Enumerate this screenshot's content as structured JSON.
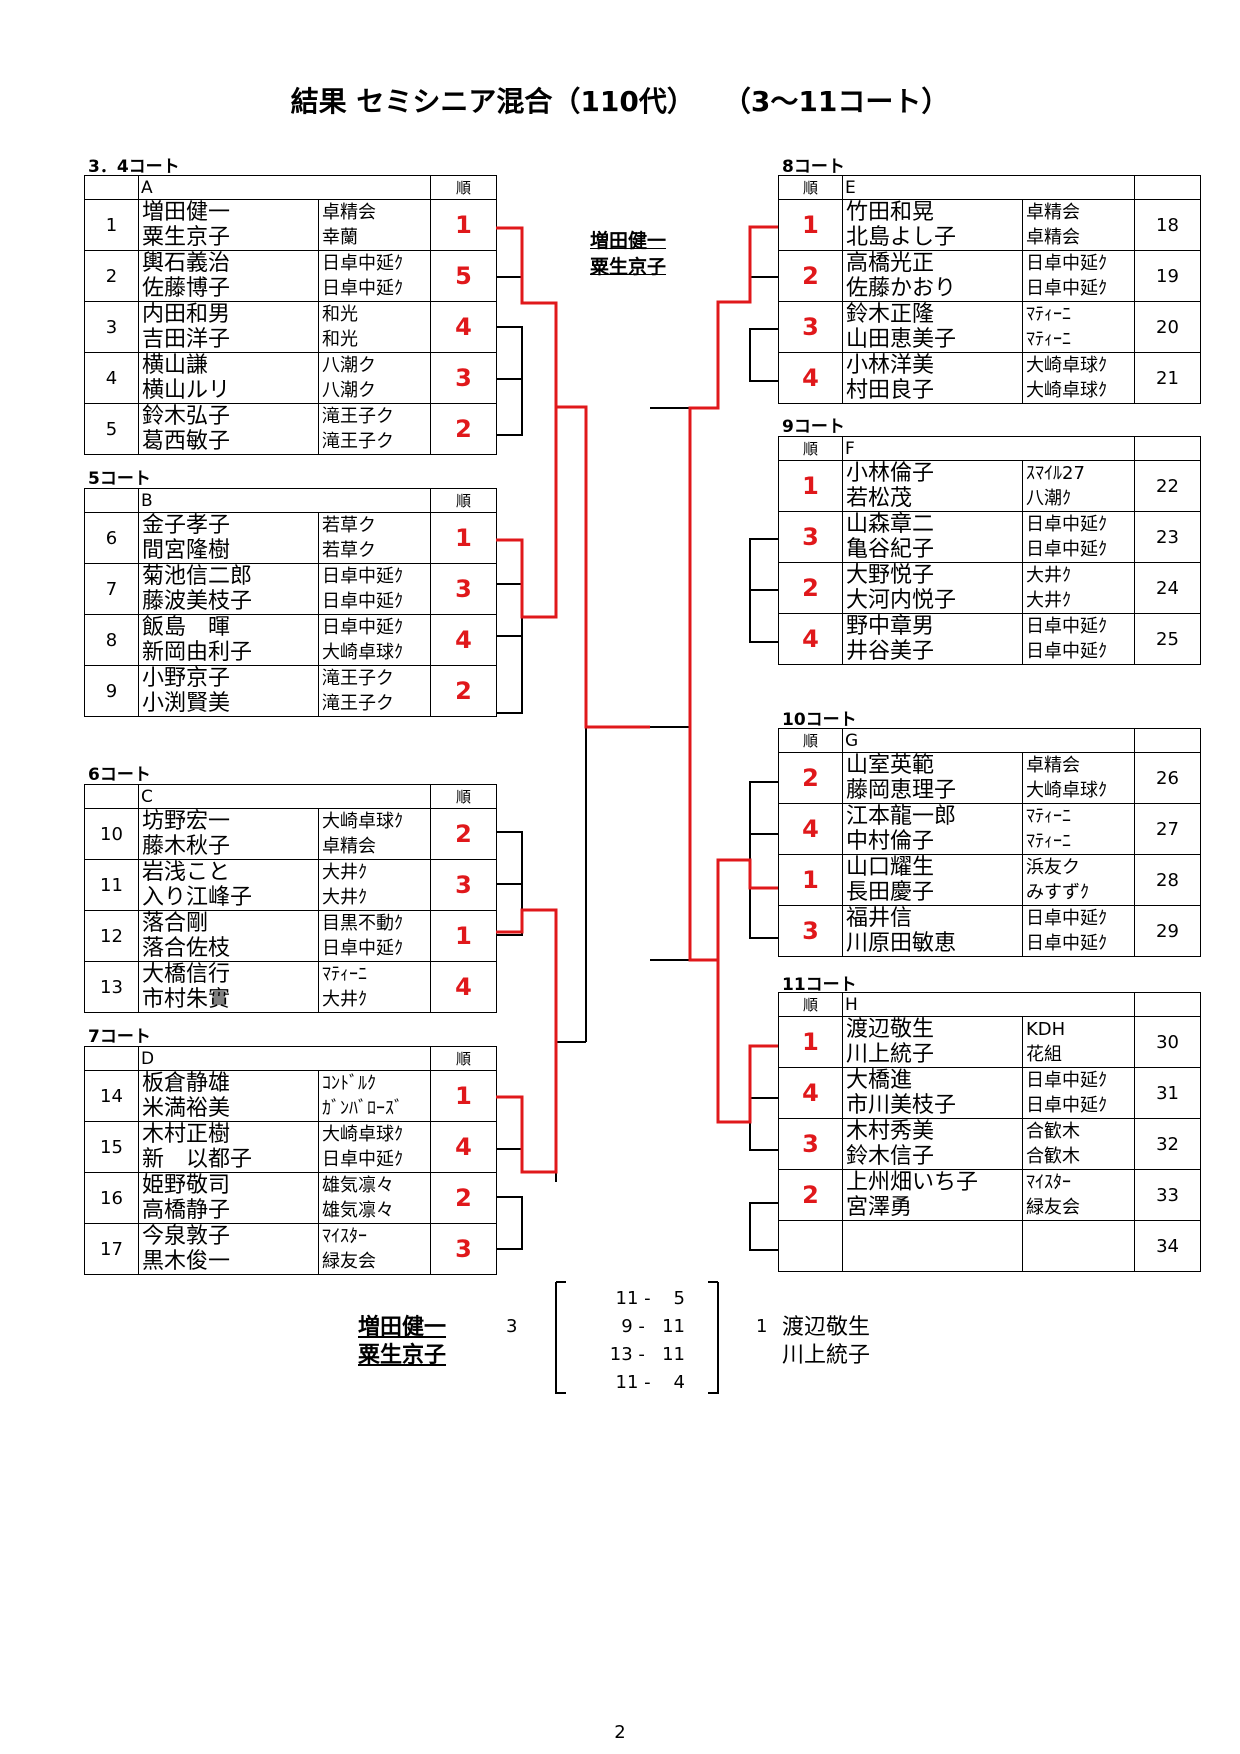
{
  "title": "結果 セミシニア混合（110代）　　（3～11コート）",
  "rank_header": "順",
  "left": {
    "blocks": [
      {
        "court": "3．4コート",
        "group": "A",
        "rows": [
          {
            "num": "1",
            "names": [
              "増田健一",
              "粟生京子"
            ],
            "clubs": [
              "卓精会",
              "幸蘭"
            ],
            "rank": "1"
          },
          {
            "num": "2",
            "names": [
              "輿石義治",
              "佐藤博子"
            ],
            "clubs": [
              "日卓中延ｸ",
              "日卓中延ｸ"
            ],
            "rank": "5"
          },
          {
            "num": "3",
            "names": [
              "内田和男",
              "吉田洋子"
            ],
            "clubs": [
              "和光",
              "和光"
            ],
            "rank": "4"
          },
          {
            "num": "4",
            "names": [
              "横山謙",
              "横山ルリ"
            ],
            "clubs": [
              "八潮ク",
              "八潮ク"
            ],
            "rank": "3"
          },
          {
            "num": "5",
            "names": [
              "鈴木弘子",
              "葛西敏子"
            ],
            "clubs": [
              "滝王子ク",
              "滝王子ク"
            ],
            "rank": "2"
          }
        ]
      },
      {
        "court": "5コート",
        "group": "B",
        "rows": [
          {
            "num": "6",
            "names": [
              "金子孝子",
              "間宮隆樹"
            ],
            "clubs": [
              "若草ク",
              "若草ク"
            ],
            "rank": "1"
          },
          {
            "num": "7",
            "names": [
              "菊池信二郎",
              "藤波美枝子"
            ],
            "clubs": [
              "日卓中延ｸ",
              "日卓中延ｸ"
            ],
            "rank": "3"
          },
          {
            "num": "8",
            "names": [
              "飯島　暉",
              "新岡由利子"
            ],
            "clubs": [
              "日卓中延ｸ",
              "大崎卓球ｸ"
            ],
            "rank": "4"
          },
          {
            "num": "9",
            "names": [
              "小野京子",
              "小渕賢美"
            ],
            "clubs": [
              "滝王子ク",
              "滝王子ク"
            ],
            "rank": "2"
          }
        ]
      },
      {
        "court": "6コート",
        "group": "C",
        "rows": [
          {
            "num": "10",
            "names": [
              "坊野宏一",
              "藤木秋子"
            ],
            "clubs": [
              "大崎卓球ｸ",
              "卓精会"
            ],
            "rank": "2"
          },
          {
            "num": "11",
            "names": [
              "岩浅こと",
              "入り江峰子"
            ],
            "clubs": [
              "大井ｸ",
              "大井ｸ"
            ],
            "rank": "3"
          },
          {
            "num": "12",
            "names": [
              "落合剛",
              "落合佐枝"
            ],
            "clubs": [
              "目黒不動ｸ",
              "日卓中延ｸ"
            ],
            "rank": "1"
          },
          {
            "num": "13",
            "names": [
              "大橋信行",
              "市村朱實"
            ],
            "clubs": [
              "ﾏﾃｨｰﾆ",
              "大井ｸ"
            ],
            "rank": "4"
          }
        ]
      },
      {
        "court": "7コート",
        "group": "D",
        "rows": [
          {
            "num": "14",
            "names": [
              "板倉静雄",
              "米満裕美"
            ],
            "clubs": [
              "ｺﾝﾄﾞﾙｸ",
              "ｶﾞﾝﾊﾞﾛｰｽﾞ"
            ],
            "rank": "1"
          },
          {
            "num": "15",
            "names": [
              "木村正樹",
              "新　以都子"
            ],
            "clubs": [
              "大崎卓球ｸ",
              "日卓中延ｸ"
            ],
            "rank": "4"
          },
          {
            "num": "16",
            "names": [
              "姫野敬司",
              "高橋静子"
            ],
            "clubs": [
              "雄気凛々",
              "雄気凛々"
            ],
            "rank": "2"
          },
          {
            "num": "17",
            "names": [
              "今泉敦子",
              "黒木俊一"
            ],
            "clubs": [
              "ﾏｲｽﾀｰ",
              "緑友会"
            ],
            "rank": "3"
          }
        ]
      }
    ]
  },
  "right": {
    "blocks": [
      {
        "court": "8コート",
        "group": "E",
        "rows": [
          {
            "num": "18",
            "names": [
              "竹田和晃",
              "北島よし子"
            ],
            "clubs": [
              "卓精会",
              "卓精会"
            ],
            "rank": "1"
          },
          {
            "num": "19",
            "names": [
              "高橋光正",
              "佐藤かおり"
            ],
            "clubs": [
              "日卓中延ｸ",
              "日卓中延ｸ"
            ],
            "rank": "2"
          },
          {
            "num": "20",
            "names": [
              "鈴木正隆",
              "山田恵美子"
            ],
            "clubs": [
              "ﾏﾃｨｰﾆ",
              "ﾏﾃｨｰﾆ"
            ],
            "rank": "3"
          },
          {
            "num": "21",
            "names": [
              "小林洋美",
              "村田良子"
            ],
            "clubs": [
              "大崎卓球ｸ",
              "大崎卓球ｸ"
            ],
            "rank": "4"
          }
        ]
      },
      {
        "court": "9コート",
        "group": "F",
        "rows": [
          {
            "num": "22",
            "names": [
              "小林倫子",
              "若松茂"
            ],
            "clubs": [
              "ｽﾏｲﾙ27",
              "八潮ｸ"
            ],
            "rank": "1"
          },
          {
            "num": "23",
            "names": [
              "山森章二",
              "亀谷紀子"
            ],
            "clubs": [
              "日卓中延ｸ",
              "日卓中延ｸ"
            ],
            "rank": "3"
          },
          {
            "num": "24",
            "names": [
              "大野悦子",
              "大河内悦子"
            ],
            "clubs": [
              "大井ｸ",
              "大井ｸ"
            ],
            "rank": "2"
          },
          {
            "num": "25",
            "names": [
              "野中章男",
              "井谷美子"
            ],
            "clubs": [
              "日卓中延ｸ",
              "日卓中延ｸ"
            ],
            "rank": "4"
          }
        ]
      },
      {
        "court": "10コート",
        "group": "G",
        "rows": [
          {
            "num": "26",
            "names": [
              "山室英範",
              "藤岡恵理子"
            ],
            "clubs": [
              "卓精会",
              "大崎卓球ｸ"
            ],
            "rank": "2"
          },
          {
            "num": "27",
            "names": [
              "江本龍一郎",
              "中村倫子"
            ],
            "clubs": [
              "ﾏﾃｨｰﾆ",
              "ﾏﾃｨｰﾆ"
            ],
            "rank": "4"
          },
          {
            "num": "28",
            "names": [
              "山口耀生",
              "長田慶子"
            ],
            "clubs": [
              "浜友ク",
              "みすずｸ"
            ],
            "rank": "1"
          },
          {
            "num": "29",
            "names": [
              "福井信",
              "川原田敏恵"
            ],
            "clubs": [
              "日卓中延ｸ",
              "日卓中延ｸ"
            ],
            "rank": "3"
          }
        ]
      },
      {
        "court": "11コート",
        "group": "H",
        "rows": [
          {
            "num": "30",
            "names": [
              "渡辺敬生",
              "川上統子"
            ],
            "clubs": [
              "KDH",
              "花組"
            ],
            "rank": "1"
          },
          {
            "num": "31",
            "names": [
              "大橋進",
              "市川美枝子"
            ],
            "clubs": [
              "日卓中延ｸ",
              "日卓中延ｸ"
            ],
            "rank": "4"
          },
          {
            "num": "32",
            "names": [
              "木村秀美",
              "鈴木信子"
            ],
            "clubs": [
              "合歓木",
              "合歓木"
            ],
            "rank": "3"
          },
          {
            "num": "33",
            "names": [
              "上州畑いち子",
              "宮澤勇"
            ],
            "clubs": [
              "ﾏｲｽﾀｰ",
              "緑友会"
            ],
            "rank": "2"
          },
          {
            "num": "34",
            "names": [
              "",
              ""
            ],
            "clubs": [
              "",
              ""
            ],
            "rank": ""
          }
        ]
      }
    ]
  },
  "winner": {
    "names": [
      "増田健一",
      "粟生京子"
    ]
  },
  "final": {
    "left_names": [
      "増田健一",
      "粟生京子"
    ],
    "left_score": "3",
    "right_names": [
      "渡辺敬生",
      "川上統子"
    ],
    "right_score": "1",
    "games": [
      "11 -    5",
      "9 -   11",
      "13 -   11",
      "11 -    4"
    ]
  },
  "page_number": "2",
  "colors": {
    "accent": "#e0181b",
    "line": "#000000"
  }
}
